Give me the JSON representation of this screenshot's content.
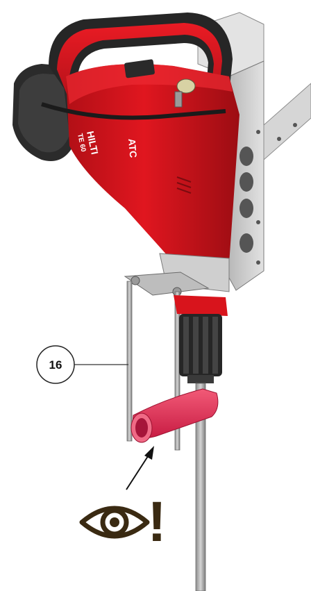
{
  "callout": {
    "number": "16"
  },
  "tool": {
    "brand": "HILTI",
    "model": "TE 60",
    "side_label": "ATC"
  },
  "warning": {
    "icon": "eye-icon",
    "mark": "!"
  },
  "colors": {
    "tool_red": "#d8141c",
    "tool_dark_red": "#8e0e12",
    "tool_black": "#2a2a2a",
    "bracket_grey": "#c9c9c9",
    "cap_pink": "#e8375a",
    "warning_brown": "#3a2a12"
  }
}
